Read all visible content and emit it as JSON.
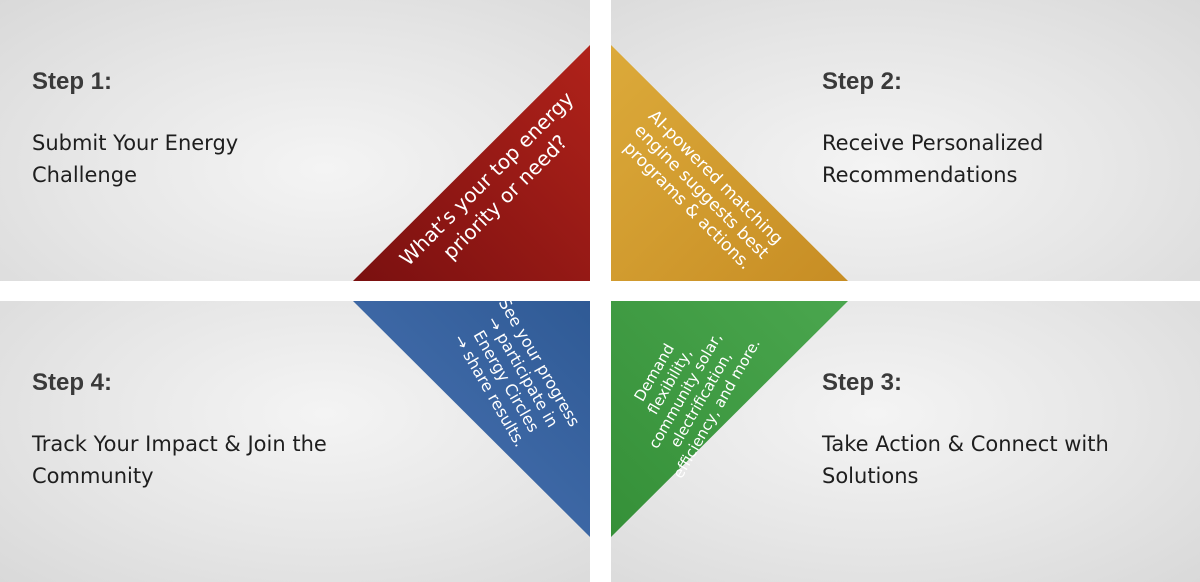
{
  "steps": [
    {
      "id": "step1",
      "title": "Step 1:",
      "description_lines": [
        "Submit Your Energy",
        "Challenge"
      ],
      "triangle_lines": [
        "What’s your top energy",
        "priority or need?"
      ],
      "triangle_color": "#9a1c1c"
    },
    {
      "id": "step2",
      "title": "Step 2:",
      "description_lines": [
        "Receive Personalized",
        "Recommendations"
      ],
      "triangle_lines": [
        "AI-powered matching",
        "engine suggests best",
        "programs & actions."
      ],
      "triangle_color": "#d19a2c"
    },
    {
      "id": "step3",
      "title": "Step 3:",
      "description_lines": [
        "Take Action & Connect with",
        "Solutions"
      ],
      "triangle_lines": [
        "Demand",
        "flexibility,",
        "community solar,",
        "electrification,",
        "efficiency, and more."
      ],
      "triangle_color": "#3f9a44"
    },
    {
      "id": "step4",
      "title": "Step 4:",
      "description_lines": [
        "Track Your Impact & Join the",
        "Community"
      ],
      "triangle_lines": [
        "See your progress",
        "→ participate in",
        "Energy Circles",
        "→ share results."
      ],
      "triangle_color": "#3d67a6"
    }
  ]
}
